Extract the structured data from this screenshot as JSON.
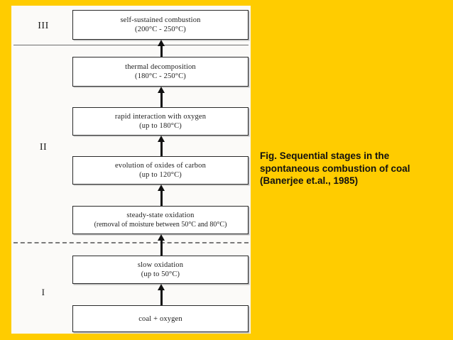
{
  "slide": {
    "background_color": "#FFCC00",
    "panel_background_color": "#FBFAF8"
  },
  "figure": {
    "zones": [
      {
        "id": "zone-3",
        "label": "III"
      },
      {
        "id": "zone-2",
        "label": "II"
      },
      {
        "id": "zone-1",
        "label": "I"
      }
    ],
    "separators": [
      {
        "id": "separator-solid",
        "style": "solid",
        "color": "#6d6d6d"
      },
      {
        "id": "separator-dashed",
        "style": "dashed",
        "color": "#7a7a7a"
      }
    ],
    "stages": [
      {
        "id": "stage-7",
        "order": 7,
        "zone": "III",
        "title": "self-sustained combustion",
        "detail": "(200°C - 250°C)"
      },
      {
        "id": "stage-6",
        "order": 6,
        "zone": "II",
        "title": "thermal decomposition",
        "detail": "(180°C - 250°C)"
      },
      {
        "id": "stage-5",
        "order": 5,
        "zone": "II",
        "title": "rapid interaction with oxygen",
        "detail": "(up to 180°C)"
      },
      {
        "id": "stage-4",
        "order": 4,
        "zone": "II",
        "title": "evolution of oxides of carbon",
        "detail": "(up to 120°C)"
      },
      {
        "id": "stage-3",
        "order": 3,
        "zone": "II",
        "title": "steady-state oxidation",
        "detail": "(removal of moisture between 50°C and 80°C)"
      },
      {
        "id": "stage-2",
        "order": 2,
        "zone": "I",
        "title": "slow oxidation",
        "detail": "(up to 50°C)"
      },
      {
        "id": "stage-1",
        "order": 1,
        "zone": "I",
        "title": "coal + oxygen",
        "detail": ""
      }
    ],
    "arrows": [
      {
        "id": "arrow-1-2",
        "from": "stage-1",
        "to": "stage-2",
        "direction": "up"
      },
      {
        "id": "arrow-2-3",
        "from": "stage-2",
        "to": "stage-3",
        "direction": "up"
      },
      {
        "id": "arrow-3-4",
        "from": "stage-3",
        "to": "stage-4",
        "direction": "up"
      },
      {
        "id": "arrow-4-5",
        "from": "stage-4",
        "to": "stage-5",
        "direction": "up"
      },
      {
        "id": "arrow-5-6",
        "from": "stage-5",
        "to": "stage-6",
        "direction": "up"
      },
      {
        "id": "arrow-6-7",
        "from": "stage-6",
        "to": "stage-7",
        "direction": "up"
      }
    ]
  },
  "caption": {
    "line1": "Fig. Sequential stages in the",
    "line2": "spontaneous combustion of coal",
    "line3": "(Banerjee et.al., 1985)"
  }
}
